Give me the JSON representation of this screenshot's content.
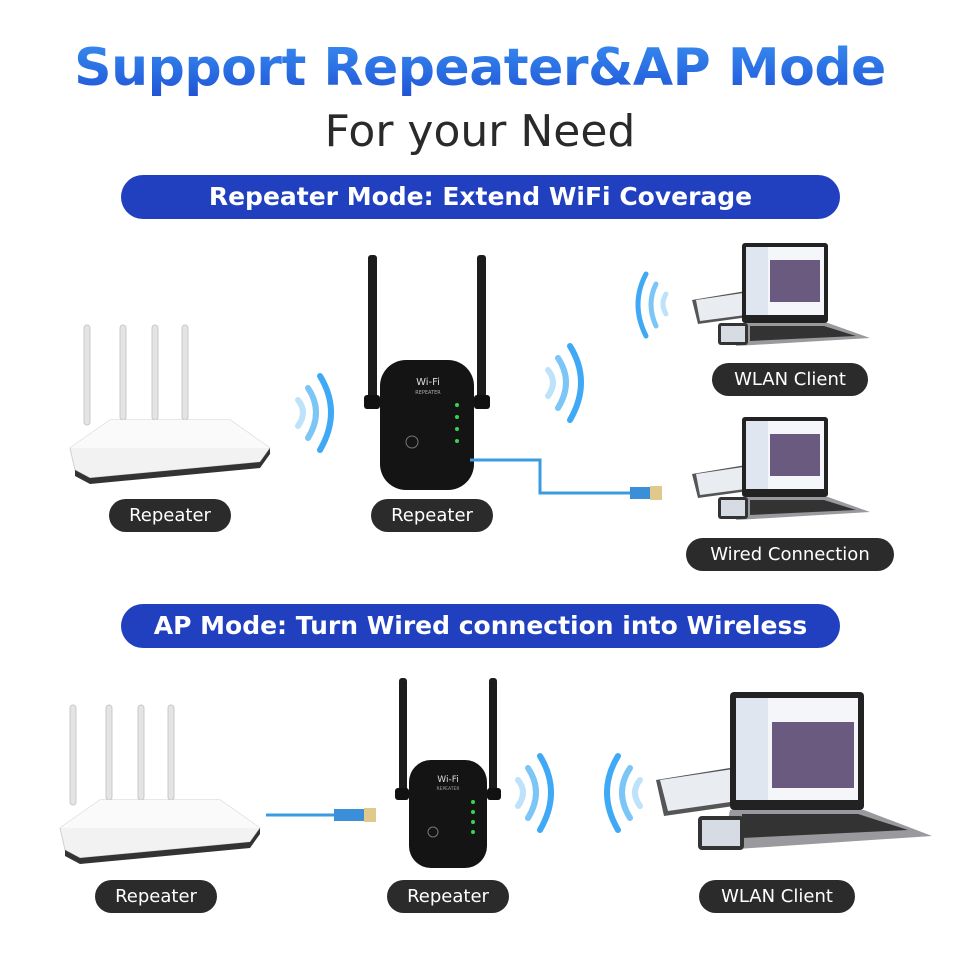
{
  "header": {
    "title": "Support Repeater&AP Mode",
    "subtitle": "For your Need"
  },
  "colors": {
    "title_gradient_top": "#3a8ff0",
    "title_gradient_bottom": "#1f4fd1",
    "banner": "#2140c0",
    "pill": "#2b2b2b",
    "wifi_wave": "#3fa9f5",
    "cable": "#3b9be0",
    "led": "#39d353"
  },
  "repeater_mode": {
    "banner": "Repeater Mode: Extend WiFi Coverage",
    "router_label": "Repeater",
    "extender_label": "Repeater",
    "wlan_client_label": "WLAN Client",
    "wired_label": "Wired Connection",
    "extender_brand": "Wi-Fi",
    "extender_model": "REPEATER"
  },
  "ap_mode": {
    "banner": "AP Mode: Turn Wired connection into Wireless",
    "router_label": "Repeater",
    "extender_label": "Repeater",
    "wlan_client_label": "WLAN Client",
    "extender_brand": "Wi-Fi",
    "extender_model": "REPEATER"
  },
  "icons": {
    "router": "router-icon",
    "extender": "wifi-extender-icon",
    "wifi_wave": "wifi-signal-icon",
    "ethernet": "ethernet-cable-icon",
    "devices": "laptop-tablet-phone-icon"
  }
}
